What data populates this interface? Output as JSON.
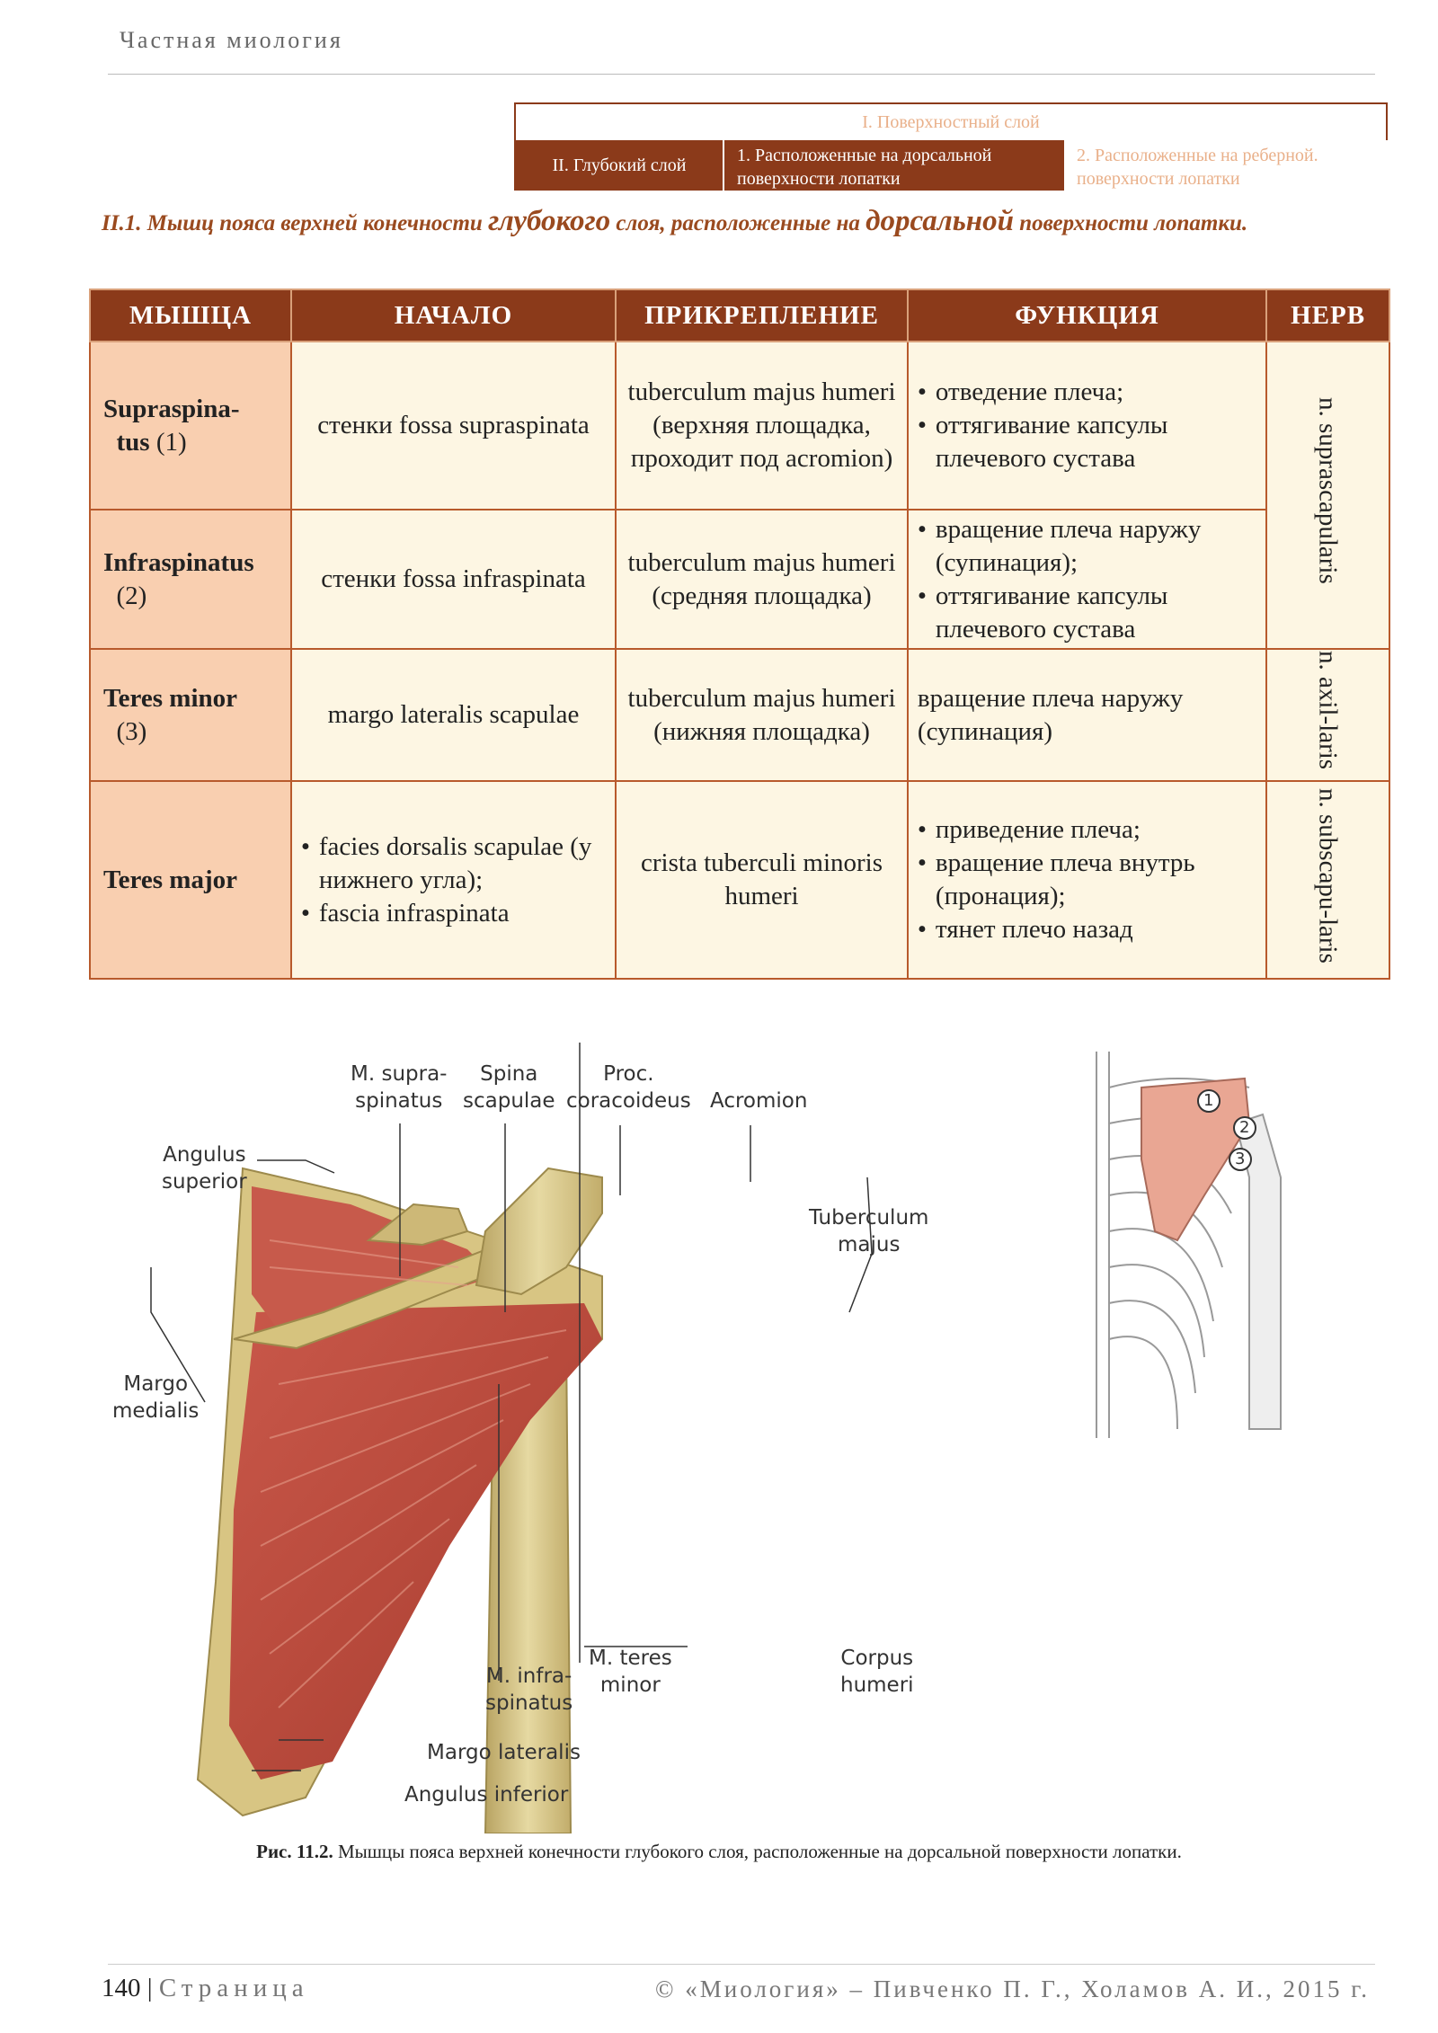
{
  "header": {
    "title": "Частная миология"
  },
  "nav": {
    "top": "I. Поверхностный слой",
    "deep": "II. Глубокий слой",
    "dorsal": "1. Расположенные на дорсальной поверхности лопатки",
    "costal": "2. Расположенные на реберной. поверхности лопатки"
  },
  "section": {
    "prefix": "II.1. Мышц пояса верхней конечности ",
    "w1": "глубокого",
    "mid": " слоя, расположенные на ",
    "w2": "дорсальной",
    "suffix": " поверхности лопатки."
  },
  "table": {
    "headers": [
      "МЫШЦА",
      "НАЧАЛО",
      "ПРИКРЕПЛЕНИЕ",
      "ФУНКЦИЯ",
      "НЕРВ"
    ],
    "rows": [
      {
        "muscle_a": "Supraspina-",
        "muscle_b": "tus",
        "num": "(1)",
        "origin": "стенки fossa supraspinata",
        "insertion": "tuberculum majus humeri (верхняя площадка, проходит под acromion)",
        "func1": "отведение плеча;",
        "func2": "оттягивание капсулы плечевого сустава"
      },
      {
        "muscle_a": "Infraspinatus",
        "muscle_b": "",
        "num": "(2)",
        "origin": "стенки fossa infraspinata",
        "insertion": "tuberculum majus humeri (средняя площадка)",
        "func1": "вращение плеча наружу (супинация);",
        "func2": "оттягивание капсулы плечевого сустава"
      },
      {
        "muscle_a": "Teres minor",
        "muscle_b": "",
        "num": "(3)",
        "origin": "margo lateralis scapulae",
        "insertion": "tuberculum majus humeri (нижняя площадка)",
        "func_plain": "вращение плеча наружу (супинация)"
      },
      {
        "muscle_a": "Teres major",
        "muscle_b": "",
        "num": "",
        "origin1": "facies dorsalis scapulae (у нижнего угла);",
        "origin2": "fascia infraspinata",
        "insertion": "crista tuberculi minoris humeri",
        "func1": "приведение плеча;",
        "func2": "вращение плеча внутрь (пронация);",
        "func3": "тянет плечо назад"
      }
    ],
    "nerves": [
      "n. suprascapularis",
      "n. axil-laris",
      "n. subscapu-laris"
    ]
  },
  "figure": {
    "labels": {
      "supra": "M. supra-\nspinatus",
      "spina": "Spina\nscapulae",
      "proc": "Proc.\ncoracoideus",
      "acromion": "Acromion",
      "angsup": "Angulus\nsuperior",
      "tuberc": "Tuberculum\nmajus",
      "margomed": "Margo\nmedialis",
      "teresmin": "M. teres\nminor",
      "infra": "M. infra-\nspinatus",
      "corpus": "Corpus\nhumeri",
      "margolat": "Margo lateralis",
      "anginf": "Angulus inferior"
    },
    "callouts": [
      "1",
      "2",
      "3"
    ]
  },
  "caption": {
    "bold": "Рис. 11.2.",
    "text": " Мышцы пояса верхней конечности глубокого слоя, расположенные на дорсальной поверхности лопатки."
  },
  "footer": {
    "page": "140",
    "sep": " | ",
    "word": "Страница",
    "copyright": "© «Миология» – Пивченко П. Г., Холамов А. И., 2015 г."
  }
}
